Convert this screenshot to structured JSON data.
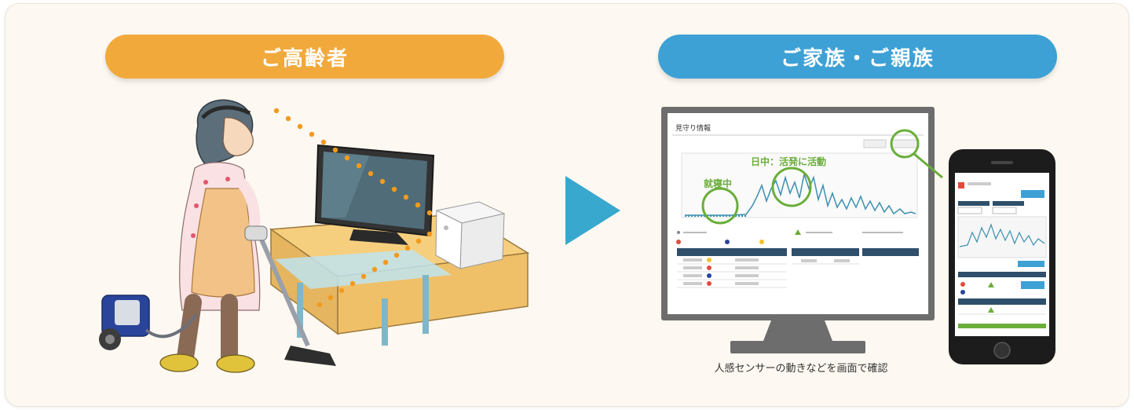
{
  "left_label": "ご高齢者",
  "right_label": "ご家族・ご親族",
  "screen": {
    "title": "見守り情報",
    "annotation_day": "日中：活発に活動",
    "annotation_sleep": "就寝中"
  },
  "caption": "人感センサーの動きなどを画面で確認",
  "colors": {
    "orange": "#f2a93b",
    "blue": "#3da1d6",
    "arrow": "#38a8cf",
    "green": "#6aae3a",
    "dots": "#f39a1e"
  }
}
